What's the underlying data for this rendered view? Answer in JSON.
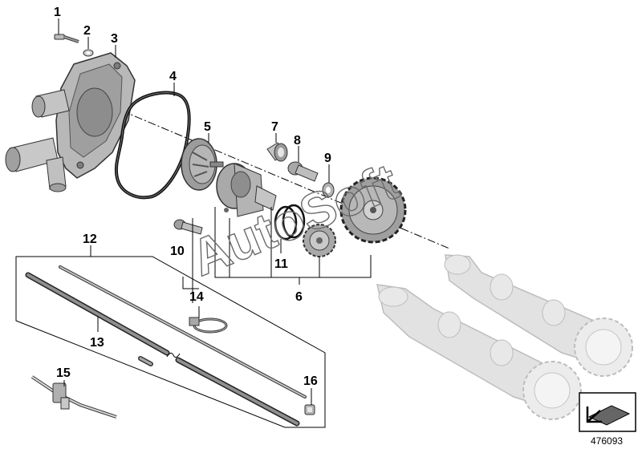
{
  "diagram": {
    "callouts": [
      "1",
      "2",
      "3",
      "4",
      "5",
      "7",
      "8",
      "9",
      "10",
      "11",
      "6",
      "12",
      "13",
      "14",
      "15",
      "16"
    ],
    "watermark": "AutoSoft",
    "document_number": "476093"
  },
  "colors": {
    "part_fill": "#b9b9b9",
    "part_dark": "#4a4a4a",
    "part_ghost": "#e2e2e2",
    "line": "#000000"
  }
}
